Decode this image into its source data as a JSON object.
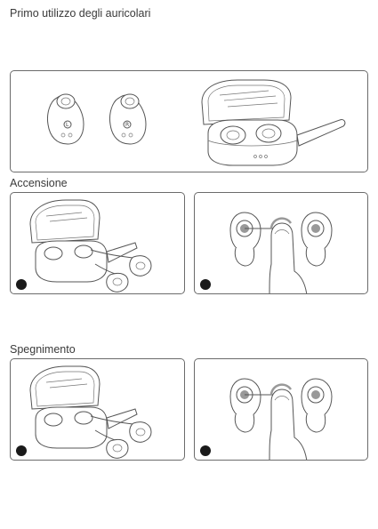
{
  "page": {
    "title": "Primo utilizzo degli auricolari"
  },
  "sections": {
    "power_on": {
      "title": "Accensione"
    },
    "power_off": {
      "title": "Spegnimento"
    }
  },
  "earbuds": {
    "left_marker": "L",
    "right_marker": "R"
  },
  "colors": {
    "line": "#555555",
    "border": "#6b6b6b",
    "step_dot": "#1a1a1a",
    "touch_ring": "#999999"
  }
}
